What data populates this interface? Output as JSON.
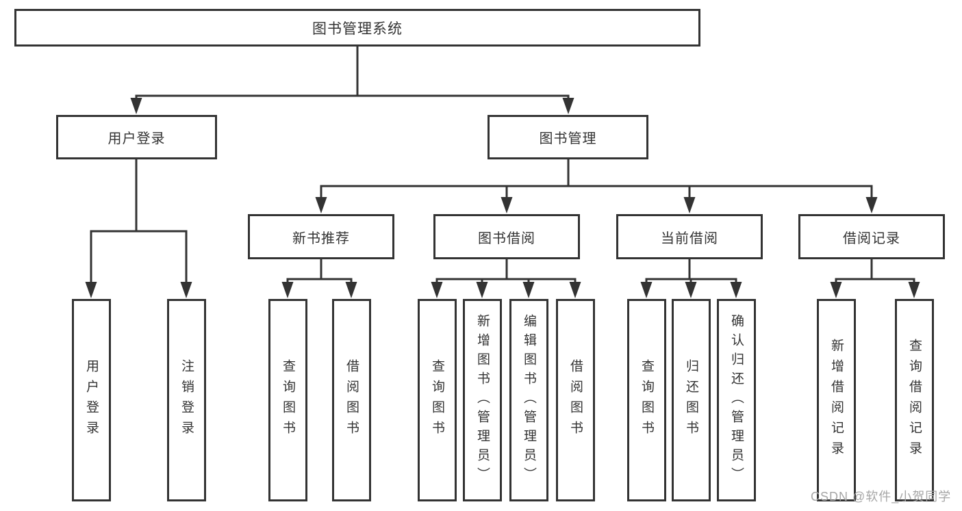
{
  "nodes": {
    "root": "图书管理系统",
    "level2": [
      "用户登录",
      "图书管理"
    ],
    "level3": [
      "新书推荐",
      "图书借阅",
      "当前借阅",
      "借阅记录"
    ],
    "leaves": [
      "用户登录",
      "注销登录",
      "查询图书",
      "借阅图书",
      "查询图书",
      "新增图书（管理员）",
      "编辑图书（管理员）",
      "借阅图书",
      "查询图书",
      "归还图书",
      "确认归还（管理员）",
      "新增借阅记录",
      "查询借阅记录"
    ]
  },
  "watermark": "CSDN @软件_小贺同学",
  "theme": {
    "line_color": "#333333",
    "box_border_color": "#333333",
    "text_color": "#333333",
    "background": "#ffffff",
    "watermark_color": "#a6a6a6"
  }
}
